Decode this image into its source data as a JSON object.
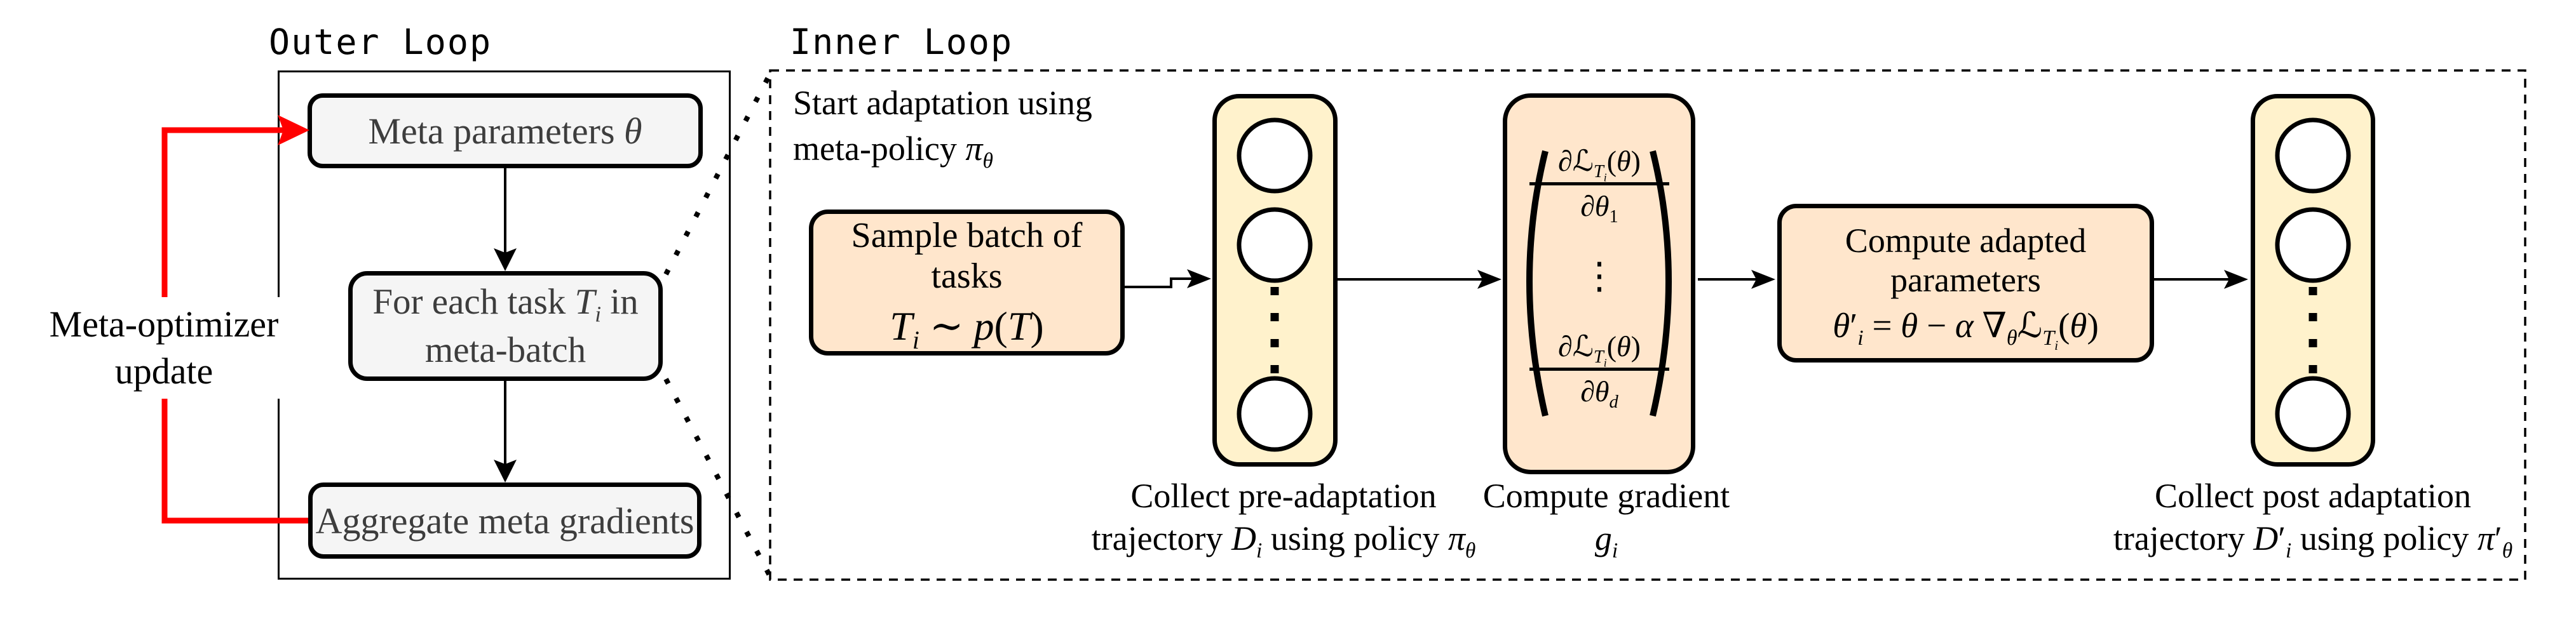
{
  "colors": {
    "peach": "#FFE6CC",
    "cream": "#FFF2CC",
    "gray": "#F5F5F5",
    "red": "#FF0000",
    "ink": "#000000"
  },
  "outer_loop": {
    "title": "Outer Loop",
    "meta_parameters_html": "Meta parameters <i>θ</i>",
    "for_each_task_html": "For each task <i>T</i><sub><i>i</i></sub> in<br>meta-batch",
    "aggregate_html": "Aggregate meta gradients",
    "meta_optimizer_html": "Meta-optimizer<br>update"
  },
  "inner_loop": {
    "title": "Inner Loop",
    "start_adaptation_html": "Start adaptation using<br>meta-policy <i>π</i><sub><i>θ</i></sub>",
    "sample_batch": {
      "line1": "Sample batch of tasks",
      "formula_html": "<i>T</i><sub><i>i</i></sub> ∼ <i>p</i>(<i>T</i>)"
    },
    "gradient_vector": {
      "frac1_num_html": "∂ℒ<sub><i>T</i><sub><i>i</i></sub></sub>(<i>θ</i>)",
      "frac1_den_html": "∂<i>θ</i><sub>1</sub>",
      "vdots": "⋮",
      "frac2_num_html": "∂ℒ<sub><i>T</i><sub><i>i</i></sub></sub>(<i>θ</i>)",
      "frac2_den_html": "∂<i>θ</i><sub><i>d</i></sub>"
    },
    "compute_adapted": {
      "line1": "Compute adapted",
      "line2": "parameters",
      "formula_html": "<i>θ</i>′<sub><i>i</i></sub> = <i>θ</i> − <i>α</i> ∇<sub><i>θ</i></sub>ℒ<sub><i>T</i><sub><i>i</i></sub></sub>(<i>θ</i>)"
    },
    "captions": {
      "pre_html": "Collect pre-adaptation<br>trajectory <i>D</i><sub><i>i</i></sub> using policy <i>π</i><sub><i>θ</i></sub>",
      "gradient_html": "Compute gradient<br><i>g</i><sub><i>i</i></sub>",
      "post_html": "Collect post adaptation<br>trajectory <i>D</i>′<sub><i>i</i></sub> using policy <i>π</i>′<sub><i>θ</i></sub>"
    }
  }
}
